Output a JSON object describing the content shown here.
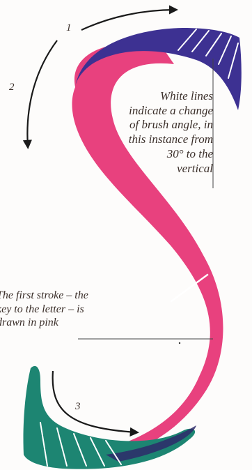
{
  "step_numbers": {
    "one": "1",
    "two": "2",
    "three": "3"
  },
  "captions": {
    "brush_angle": {
      "line1": "White lines",
      "line2": "indicate a change",
      "line3": "of brush angle, in",
      "line4": "this instance from",
      "line5": "30° to the",
      "line6": "vertical"
    },
    "first_stroke": {
      "line1": "The first stroke – the",
      "line2": "key to the letter – is",
      "line3": "drawn in pink"
    }
  },
  "colors": {
    "pink_stroke": "#e8417e",
    "blue_stroke": "#3d3192",
    "green_stroke": "#1d8572",
    "arrow": "#1a1a1a",
    "leader_line": "#444444",
    "brush_angle_lines": "#ffffff"
  }
}
